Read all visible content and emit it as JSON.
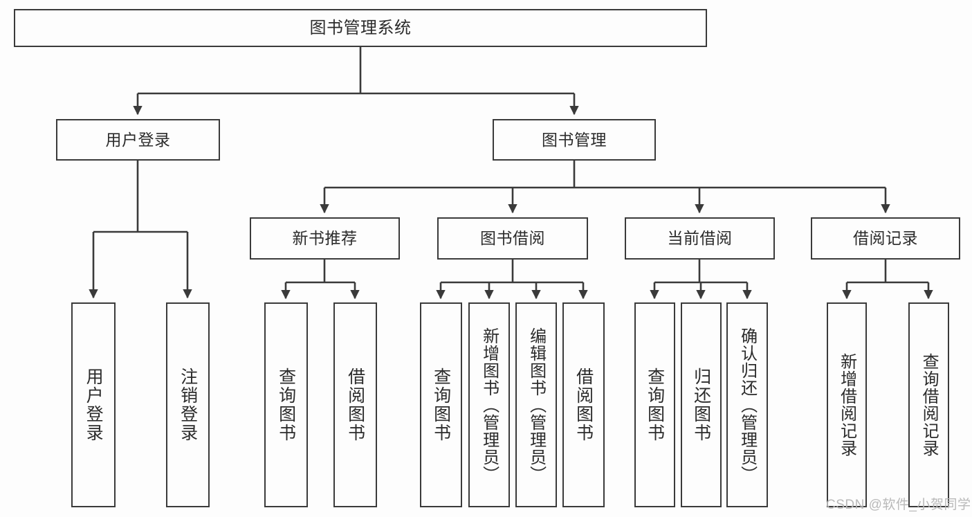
{
  "diagram": {
    "title": "图书管理系统",
    "type": "功能结构图",
    "stroke_color": "#3a3a3a",
    "background_color": "#fdfdfd",
    "text_color": "#2b2b2b"
  },
  "nodes": {
    "root": {
      "label": "图书管理系统"
    },
    "level2": [
      {
        "label": "用户登录"
      },
      {
        "label": "图书管理"
      }
    ],
    "level3": [
      {
        "label": "新书推荐"
      },
      {
        "label": "图书借阅"
      },
      {
        "label": "当前借阅"
      },
      {
        "label": "借阅记录"
      }
    ],
    "leaves": {
      "user_login": [
        {
          "label": "用户登录"
        },
        {
          "label": "注销登录"
        }
      ],
      "new_book_recommend": [
        {
          "label": "查询图书"
        },
        {
          "label": "借阅图书"
        }
      ],
      "book_borrow": [
        {
          "label": "查询图书"
        },
        {
          "label": "新增图书（管理员）"
        },
        {
          "label": "编辑图书（管理员）"
        },
        {
          "label": "借阅图书"
        }
      ],
      "current_borrow": [
        {
          "label": "查询图书"
        },
        {
          "label": "归还图书"
        },
        {
          "label": "确认归还（管理员）"
        }
      ],
      "borrow_record": [
        {
          "label": "新增借阅记录"
        },
        {
          "label": "查询借阅记录"
        }
      ]
    }
  },
  "watermark": {
    "text": "CSDN @软件_小贺同学"
  }
}
